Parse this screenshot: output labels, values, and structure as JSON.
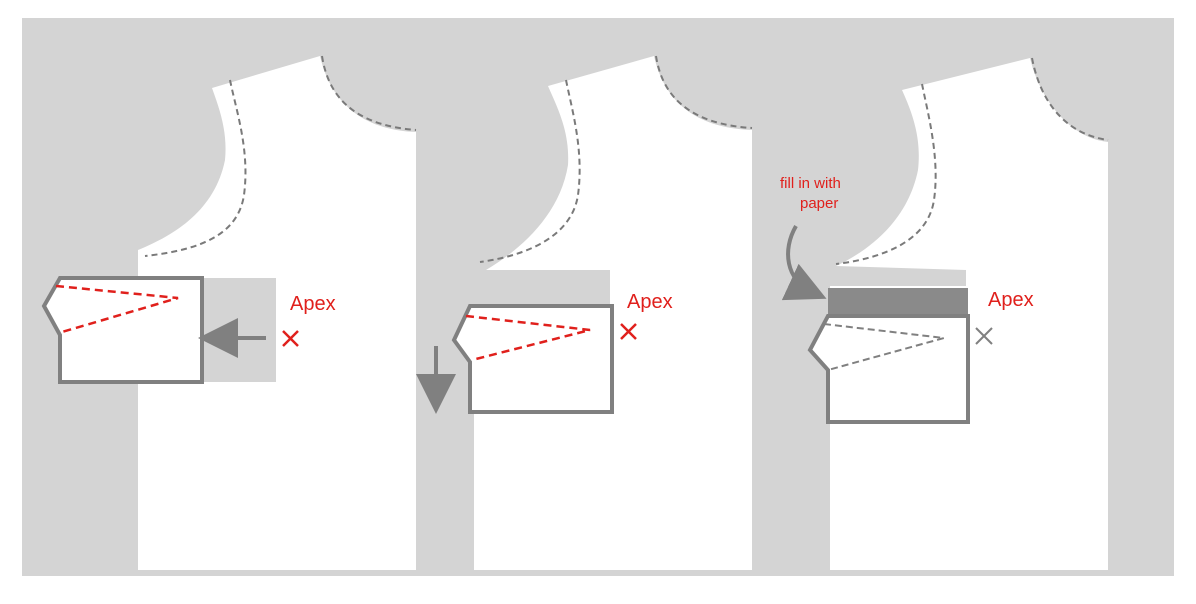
{
  "colors": {
    "background": "#ffffff",
    "panel_gray": "#d4d4d4",
    "pattern_white": "#ffffff",
    "outline_gray": "#808080",
    "stitch_gray": "#7a7a7a",
    "accent_red": "#e0201c",
    "fill_strip": "#8a8a8a",
    "arrow_gray": "#808080"
  },
  "panels": [
    {
      "apex_label": "Apex",
      "apex_marker_color": "#e0201c",
      "dart_color": "#e0201c",
      "arrow_direction": "left"
    },
    {
      "apex_label": "Apex",
      "apex_marker_color": "#e0201c",
      "dart_color": "#e0201c",
      "arrow_direction": "down"
    },
    {
      "apex_label": "Apex",
      "apex_marker_color": "#808080",
      "dart_color": "#808080",
      "arrow_direction": "curved-down-right",
      "note_line1": "fill in with",
      "note_line2": "paper"
    }
  ]
}
